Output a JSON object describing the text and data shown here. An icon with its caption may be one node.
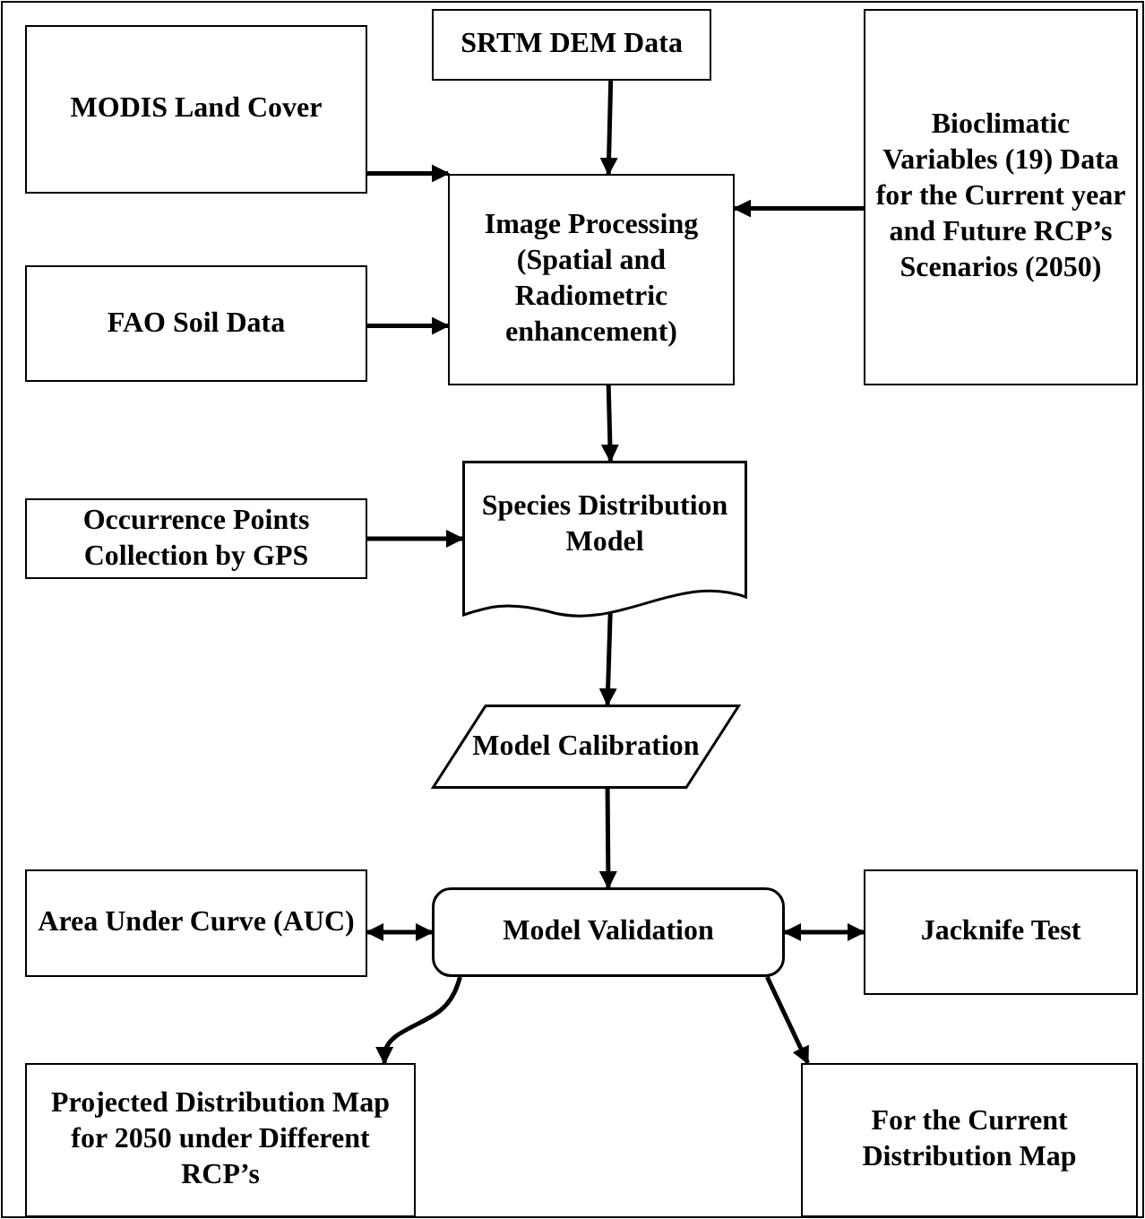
{
  "diagram": {
    "nodes": [
      {
        "text": [
          "SRTM DEM Data"
        ]
      },
      {
        "text": [
          "MODIS Land Cover"
        ]
      },
      {
        "text": [
          "Bioclimatic Variables (19) Data for the Current year and Future RCP’s Scenarios (2050)"
        ]
      },
      {
        "text": [
          "Image Processing (Spatial and Radiometric enhancement)"
        ]
      },
      {
        "text": [
          "FAO Soil Data"
        ]
      },
      {
        "text": [
          "Occurrence Points Collection by GPS"
        ]
      },
      {
        "text": [
          "Species Distribution Model"
        ]
      },
      {
        "text": [
          "Model Calibration"
        ]
      },
      {
        "text": [
          "Area Under Curve (AUC)"
        ]
      },
      {
        "text": [
          "Model Validation"
        ]
      },
      {
        "text": [
          "Jacknife Test"
        ]
      },
      {
        "text": [
          "Projected Distribution Map for 2050 under Different RCP’s"
        ]
      },
      {
        "text": [
          "For the Current Distribution Map"
        ]
      }
    ],
    "edges": [
      {
        "from": 0,
        "to": 3,
        "arrow": "to"
      },
      {
        "from": 1,
        "to": 3,
        "arrow": "to"
      },
      {
        "from": 4,
        "to": 3,
        "arrow": "to"
      },
      {
        "from": 2,
        "to": 3,
        "arrow": "to"
      },
      {
        "from": 3,
        "to": 6,
        "arrow": "to"
      },
      {
        "from": 5,
        "to": 6,
        "arrow": "to"
      },
      {
        "from": 6,
        "to": 7,
        "arrow": "to"
      },
      {
        "from": 7,
        "to": 9,
        "arrow": "to"
      },
      {
        "from": 9,
        "to": 8,
        "arrow": "both"
      },
      {
        "from": 9,
        "to": 10,
        "arrow": "both"
      },
      {
        "from": 9,
        "to": 11,
        "arrow": "to"
      },
      {
        "from": 9,
        "to": 12,
        "arrow": "to"
      }
    ]
  }
}
